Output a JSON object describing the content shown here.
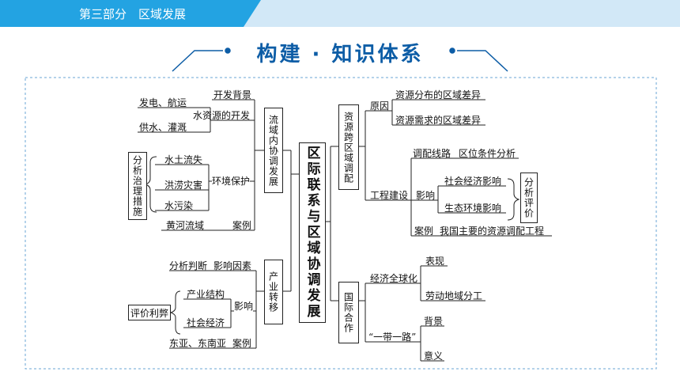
{
  "header": {
    "section": "第三部分　区域发展"
  },
  "title": {
    "text": "构建 · 知识体系"
  },
  "center": {
    "label": "区际联系与区域协调发展"
  },
  "left_top": {
    "box": "流域内协调发展",
    "bg": "开发背景",
    "fadian": "发电、航运",
    "gongshui": "供水、灌溉",
    "shuiziyuan": "水资源的开发",
    "cuoshi": "分析治理措施",
    "shuitu": "水土流失",
    "honglao": "洪涝灾害",
    "shuiwuran": "水污染",
    "huanjing": "环境保护",
    "huanghe": "黄河流域",
    "anli": "案例"
  },
  "left_bottom": {
    "box": "产业转移",
    "fenxi": "分析判断",
    "yinsu": "影响因素",
    "pingjia": "评价利弊",
    "chanye": "产业结构",
    "shehui": "社会经济",
    "yingxiang": "影响",
    "dongya": "东亚、东南亚",
    "anli": "案例"
  },
  "right_top": {
    "box": "资源跨区域调配",
    "yuanyin": "原因",
    "fenbu": "资源分布的区域差异",
    "xuqiu": "资源需求的区域差异",
    "gongcheng": "工程建设",
    "xianlu": "调配线路",
    "tiaojian": "区位条件分析",
    "yingxiang": "影响",
    "shehuijingji": "社会经济影响",
    "shengtai": "生态环境影响",
    "pingjia": "分析评价",
    "anli": "案例",
    "anli_text": "我国主要的资源调配工程"
  },
  "right_bottom": {
    "box": "国际合作",
    "quanqiu": "经济全球化",
    "biaoxian": "表现",
    "fengong": "劳动地域分工",
    "yidai": "“一带一路”",
    "beijing": "背景",
    "yiyi": "意义"
  },
  "colors": {
    "accent": "#23a3e2",
    "header_bg": "#d2e8f7",
    "title": "#0d5da6",
    "frame": "#6aa6d6"
  }
}
